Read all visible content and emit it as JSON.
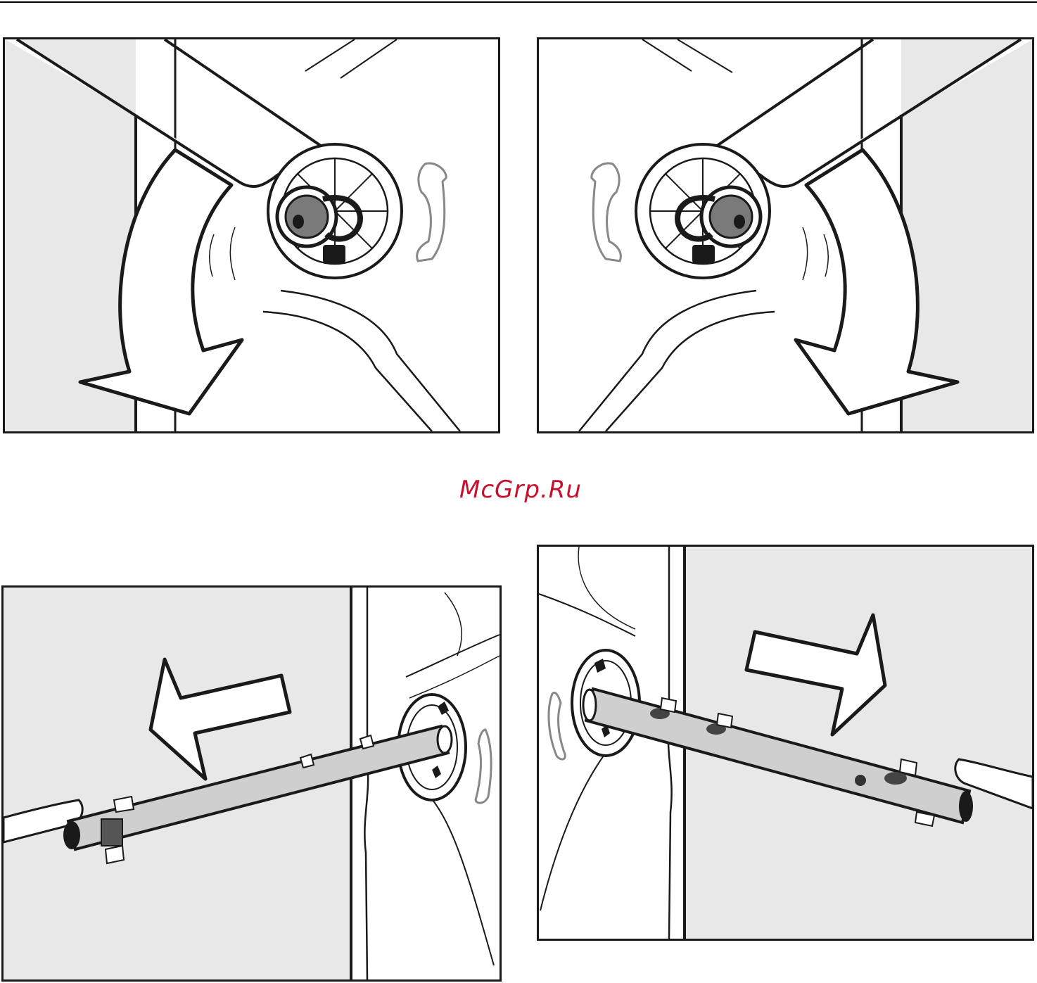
{
  "watermark": {
    "text": "McGrp.Ru",
    "color": "#c8102e"
  },
  "colors": {
    "wall": "#e8e8e8",
    "outline": "#1a1a1a",
    "fill": "#ffffff",
    "hub": "#7a7a7a",
    "rod": "#cfcfcf",
    "hint_arrow": "#888888"
  },
  "panels": [
    {
      "name": "top-left-illustration",
      "icons": [
        "curved-down-arrow-icon",
        "rotate-arrow-icon",
        "hub-icon"
      ]
    },
    {
      "name": "top-right-illustration",
      "icons": [
        "curved-down-arrow-icon",
        "rotate-arrow-icon",
        "hub-icon"
      ]
    },
    {
      "name": "bottom-left-illustration",
      "icons": [
        "left-arrow-icon",
        "rotate-arrow-icon",
        "rod-icon"
      ]
    },
    {
      "name": "bottom-right-illustration",
      "icons": [
        "right-arrow-icon",
        "rotate-arrow-icon",
        "rod-icon"
      ]
    }
  ]
}
